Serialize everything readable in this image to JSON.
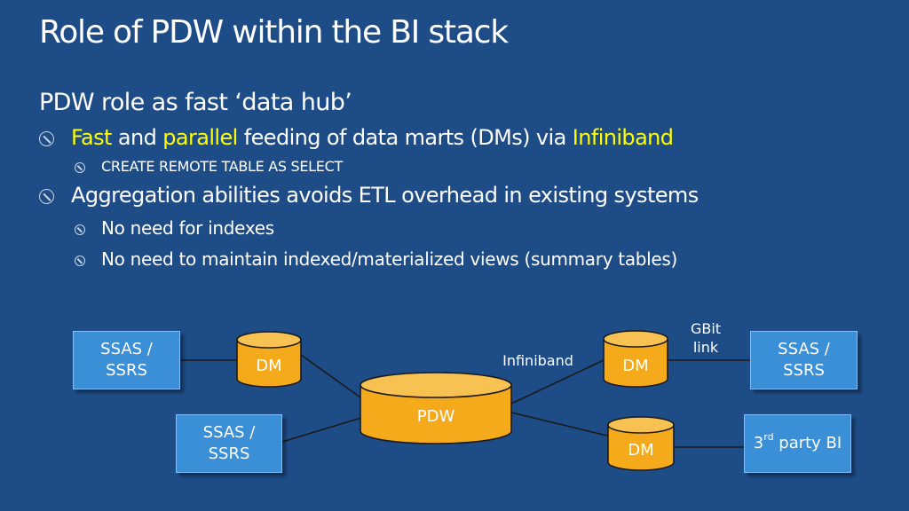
{
  "title": "Role of PDW within the BI stack",
  "subhead": "PDW role as fast ‘data hub’",
  "bullets": [
    {
      "parts": [
        {
          "text": "Fast",
          "highlight": true
        },
        {
          "text": " and ",
          "highlight": false
        },
        {
          "text": "parallel",
          "highlight": true
        },
        {
          "text": " feeding of data marts (DMs) via ",
          "highlight": false
        },
        {
          "text": "Infiniband",
          "highlight": true
        }
      ],
      "sub": [
        "CREATE REMOTE TABLE AS SELECT"
      ]
    },
    {
      "text": "Aggregation abilities avoids ETL overhead in existing systems",
      "sub": [
        "No need for indexes",
        "No need to maintain indexed/materialized views (summary tables)"
      ]
    }
  ],
  "diagram": {
    "box_left_top": "SSAS / SSRS",
    "box_left_bottom": "SSAS / SSRS",
    "box_right_top": "SSAS / SSRS",
    "box_third_party_main": "3",
    "box_third_party_sup": "rd",
    "box_third_party_rest": " party BI",
    "cyl_left": "DM",
    "cyl_center": "PDW",
    "cyl_right_top": "DM",
    "cyl_right_bottom": "DM",
    "label_infiniband": "Infiniband",
    "label_gbit": "GBit link"
  },
  "colors": {
    "background": "#1e4c86",
    "highlight": "#ffff00",
    "box": "#3a8fd6",
    "cylinder": "#f5aa1c"
  }
}
